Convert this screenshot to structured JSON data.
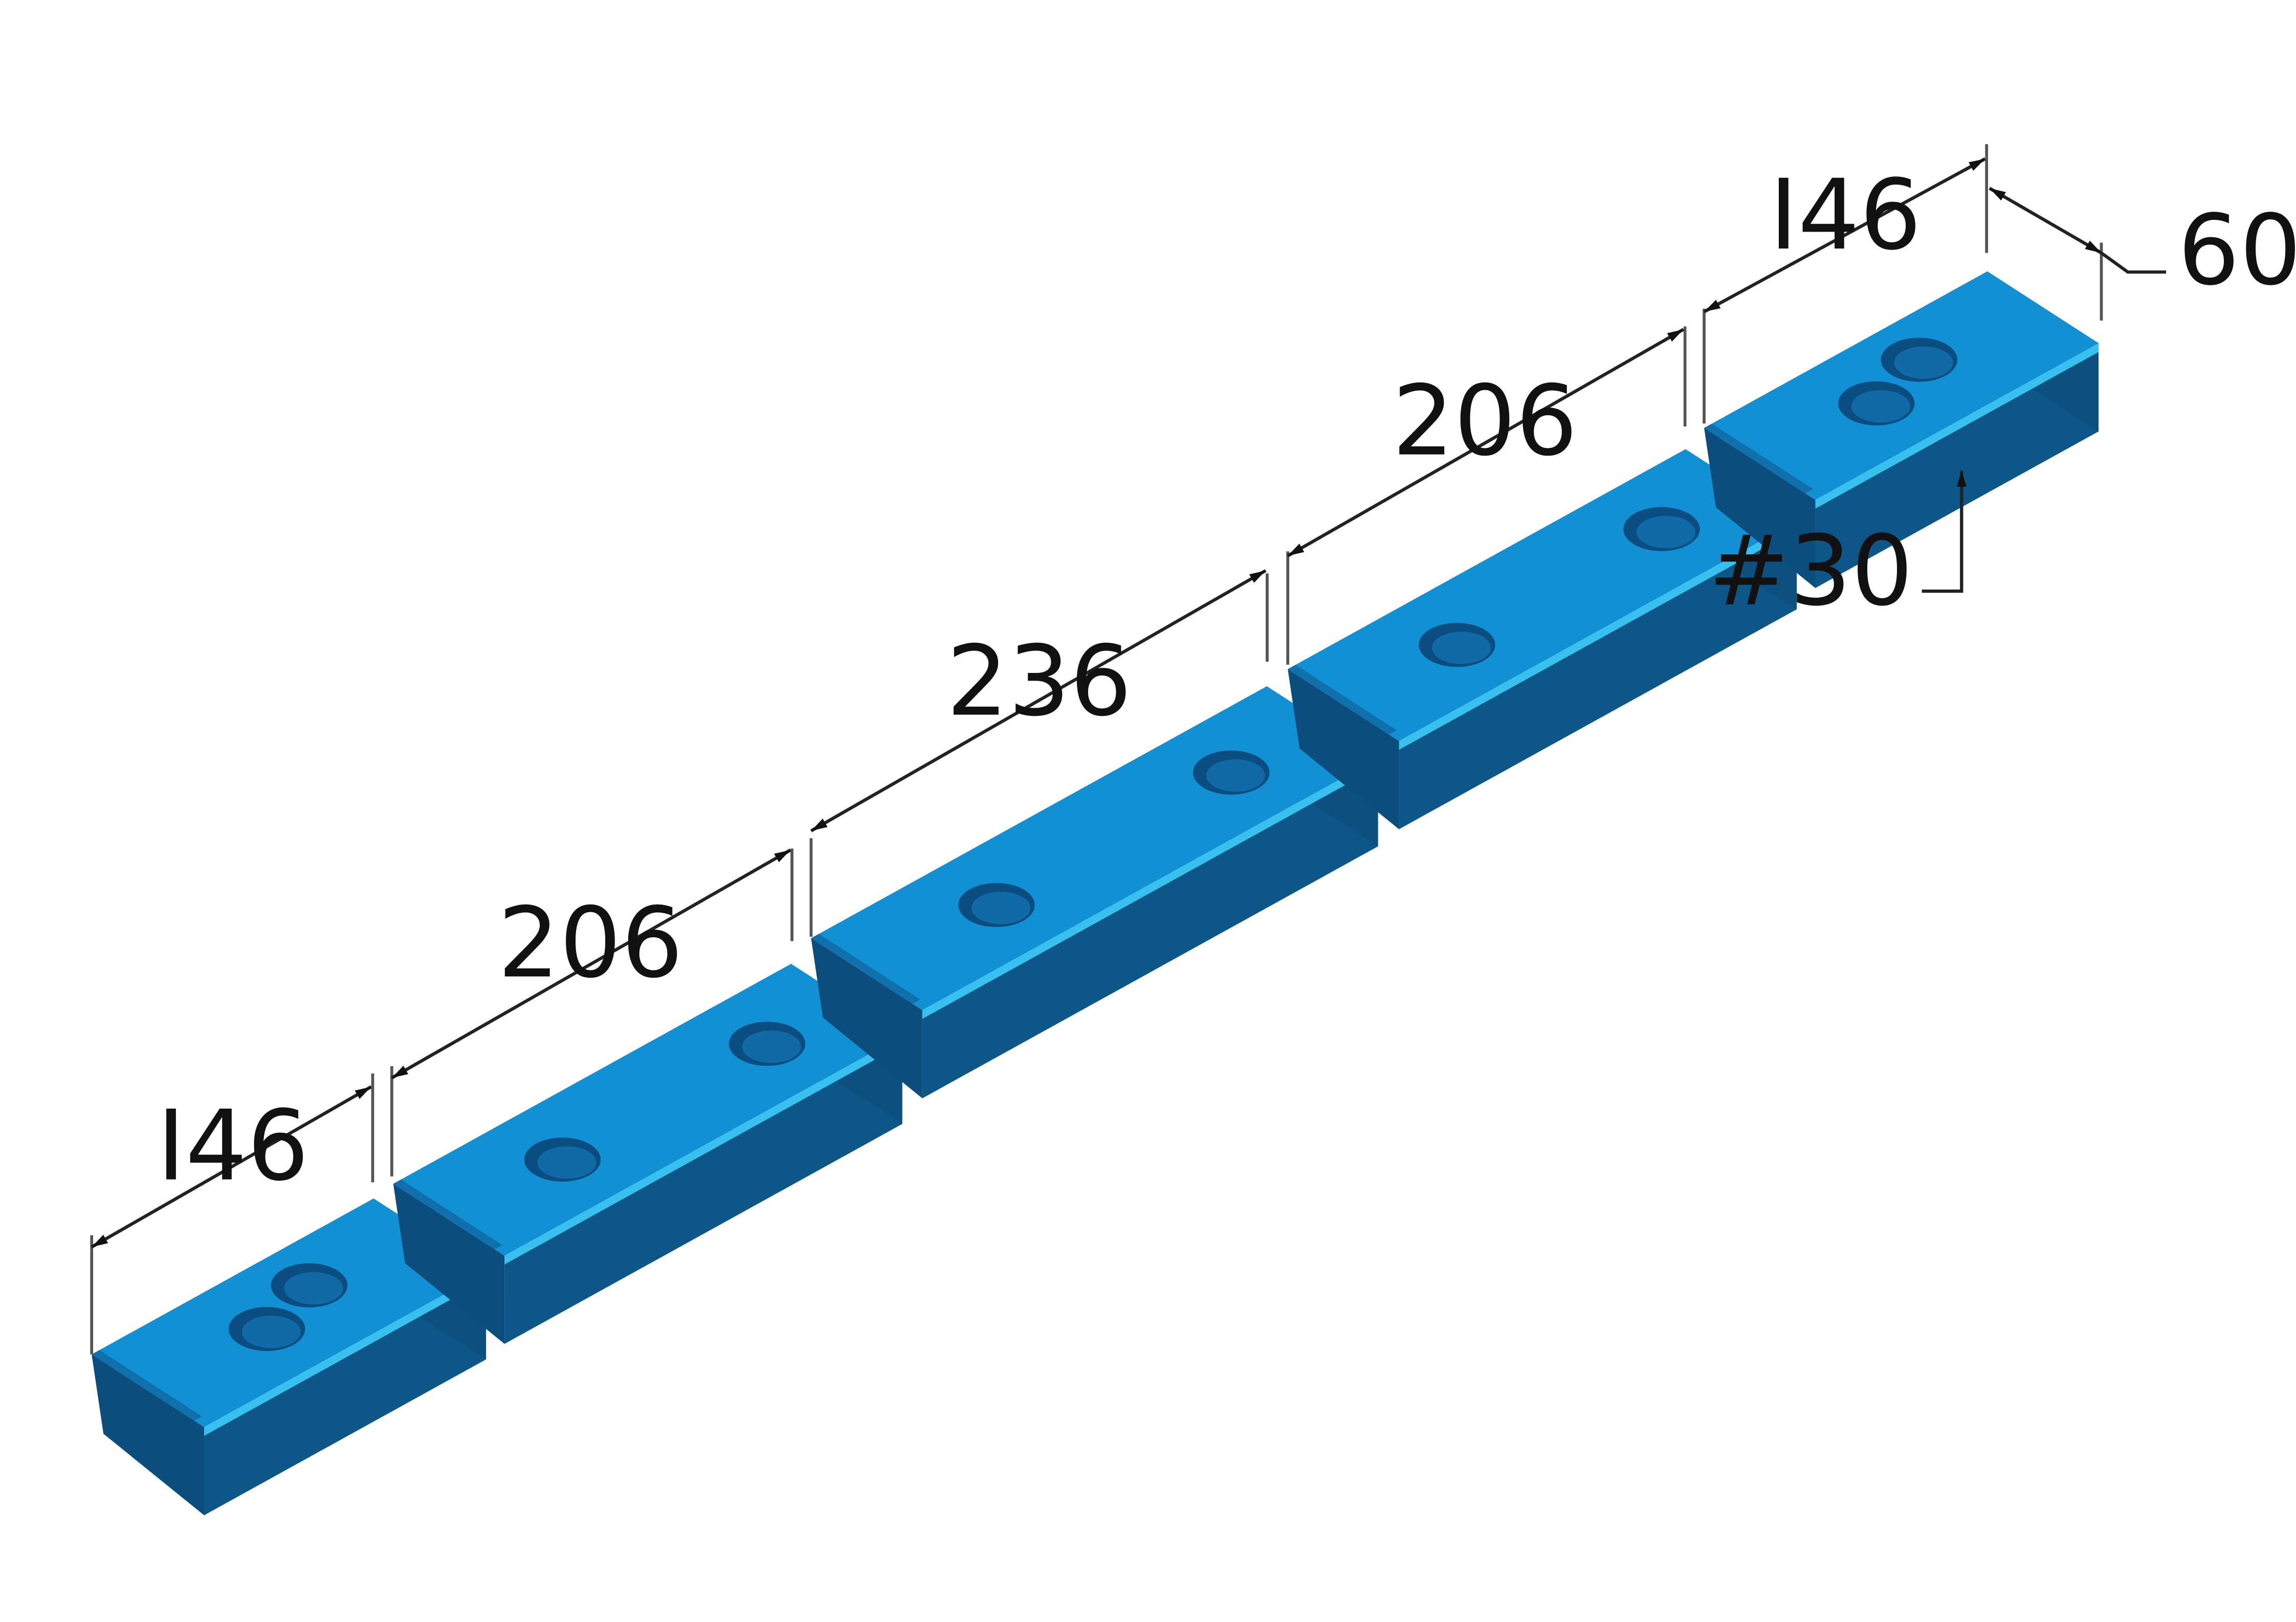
{
  "colors": {
    "top_face": "#1290d4",
    "front_face": "#0d5688",
    "left_face": "#0b4d7c",
    "chamfer": "#38c0ef",
    "hole_fill": "#0a4d80",
    "hole_inner": "#0f6aa6",
    "dimension_line": "#222222"
  },
  "dimensions": {
    "segment_1": "I46",
    "segment_2": "206",
    "segment_3": "236",
    "segment_4": "206",
    "segment_5": "I46",
    "width": "60",
    "height": "#30"
  }
}
